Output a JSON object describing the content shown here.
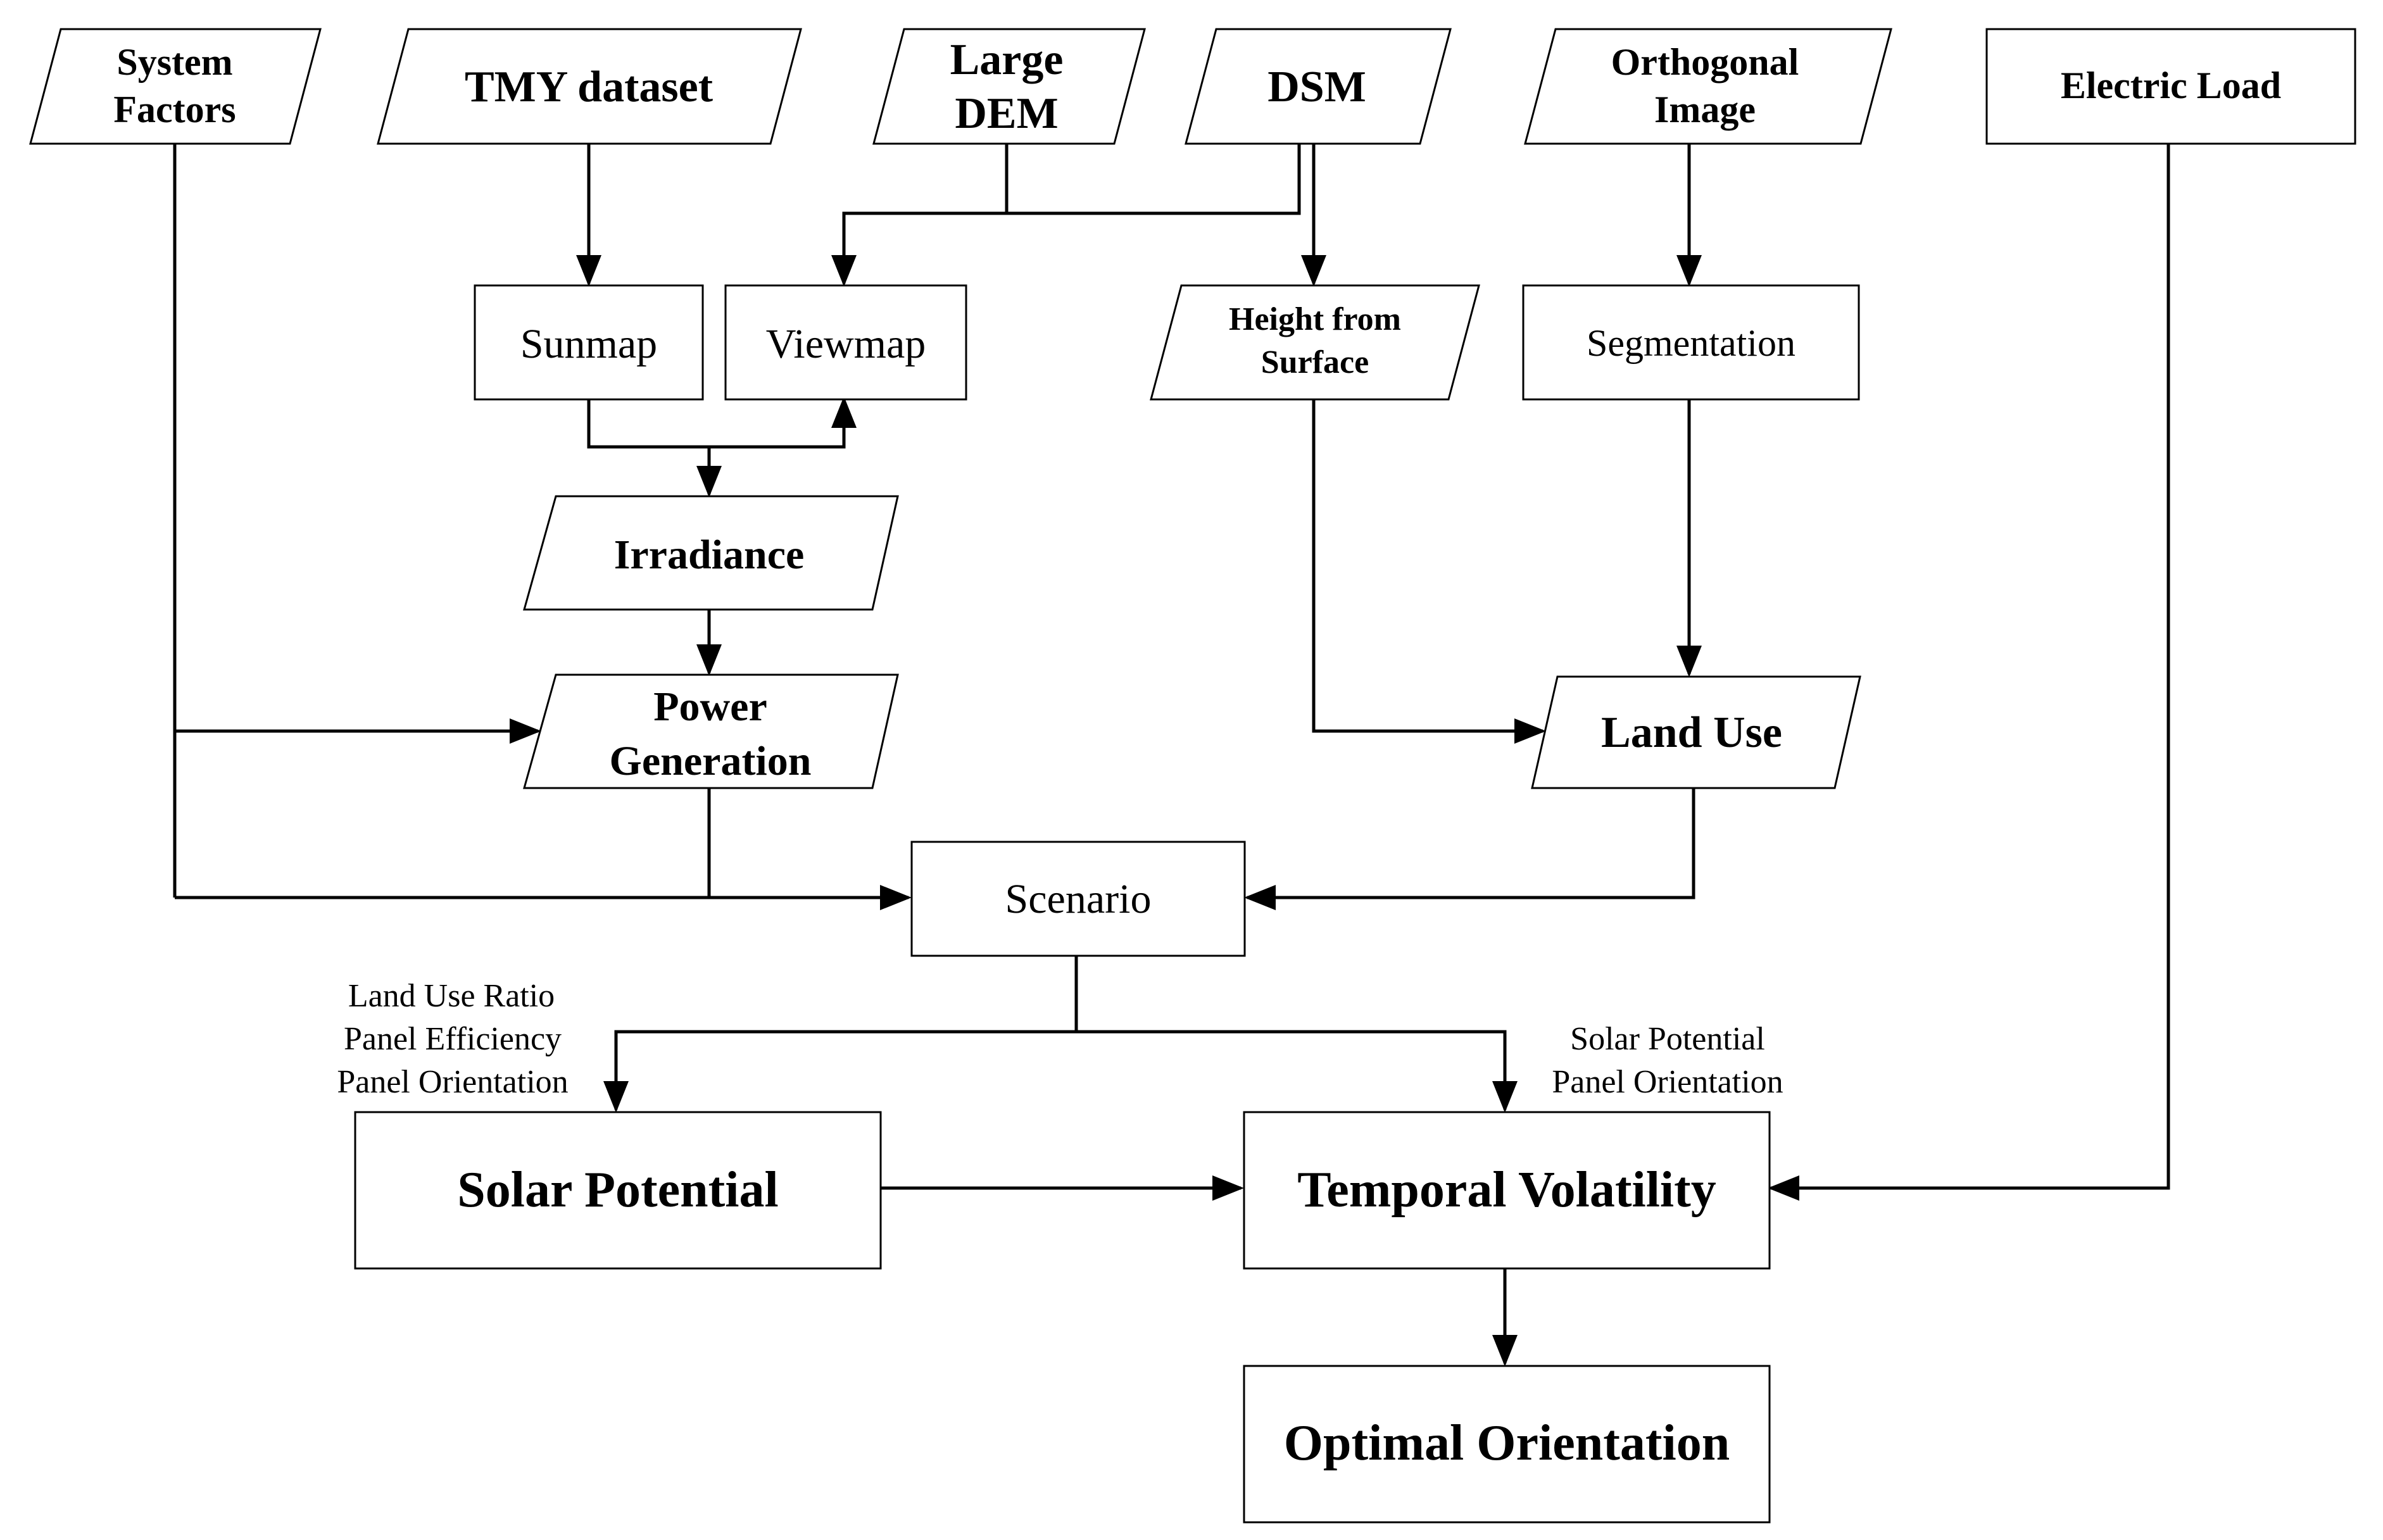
{
  "nodes": {
    "system_factors": {
      "line1": "System",
      "line2": "Factors"
    },
    "tmy_dataset": {
      "label": "TMY dataset"
    },
    "large_dem": {
      "line1": "Large",
      "line2": "DEM"
    },
    "dsm": {
      "label": "DSM"
    },
    "orthogonal_image": {
      "line1": "Orthogonal",
      "line2": "Image"
    },
    "electric_load": {
      "label": "Electric Load"
    },
    "sunmap": {
      "label": "Sunmap"
    },
    "viewmap": {
      "label": "Viewmap"
    },
    "height_from_surface": {
      "line1": "Height from",
      "line2": "Surface"
    },
    "segmentation": {
      "label": "Segmentation"
    },
    "irradiance": {
      "label": "Irradiance"
    },
    "power_generation": {
      "line1": "Power",
      "line2": "Generation"
    },
    "land_use": {
      "label": "Land Use"
    },
    "scenario": {
      "label": "Scenario"
    },
    "solar_potential": {
      "label": "Solar Potential"
    },
    "temporal_volatility": {
      "label": "Temporal Volatility"
    },
    "optimal_orientation": {
      "label": "Optimal Orientation"
    }
  },
  "annotations": {
    "solar_potential_params": [
      "Land Use Ratio",
      "Panel Efficiency",
      "Panel Orientation"
    ],
    "temporal_volatility_params": [
      "Solar Potential",
      "Panel Orientation"
    ]
  },
  "colors": {
    "stroke": "#000000",
    "fill": "#ffffff",
    "text": "#000000"
  }
}
